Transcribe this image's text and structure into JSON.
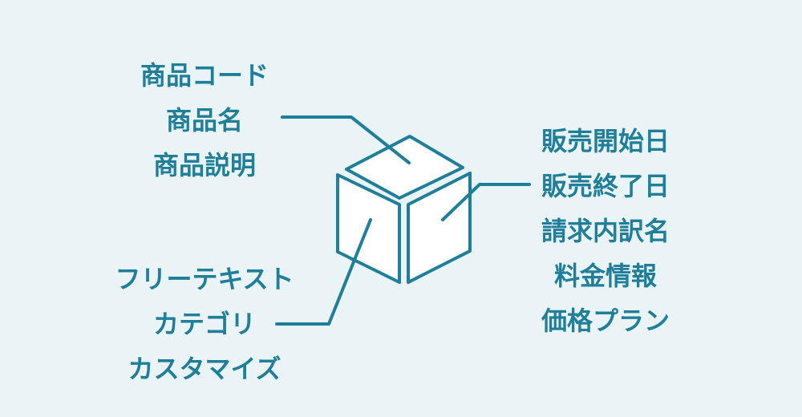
{
  "groups": {
    "top_left": {
      "items": [
        "商品コード",
        "商品名",
        "商品説明"
      ]
    },
    "bottom_left": {
      "items": [
        "フリーテキスト",
        "カテゴリ",
        "カスタマイズ"
      ]
    },
    "right": {
      "items": [
        "販売開始日",
        "販売終了日",
        "請求内訳名",
        "料金情報",
        "価格プラン"
      ]
    }
  },
  "colors": {
    "background": "#eaf4f7",
    "accent": "#1f7f9a",
    "box_fill": "#ffffff"
  }
}
